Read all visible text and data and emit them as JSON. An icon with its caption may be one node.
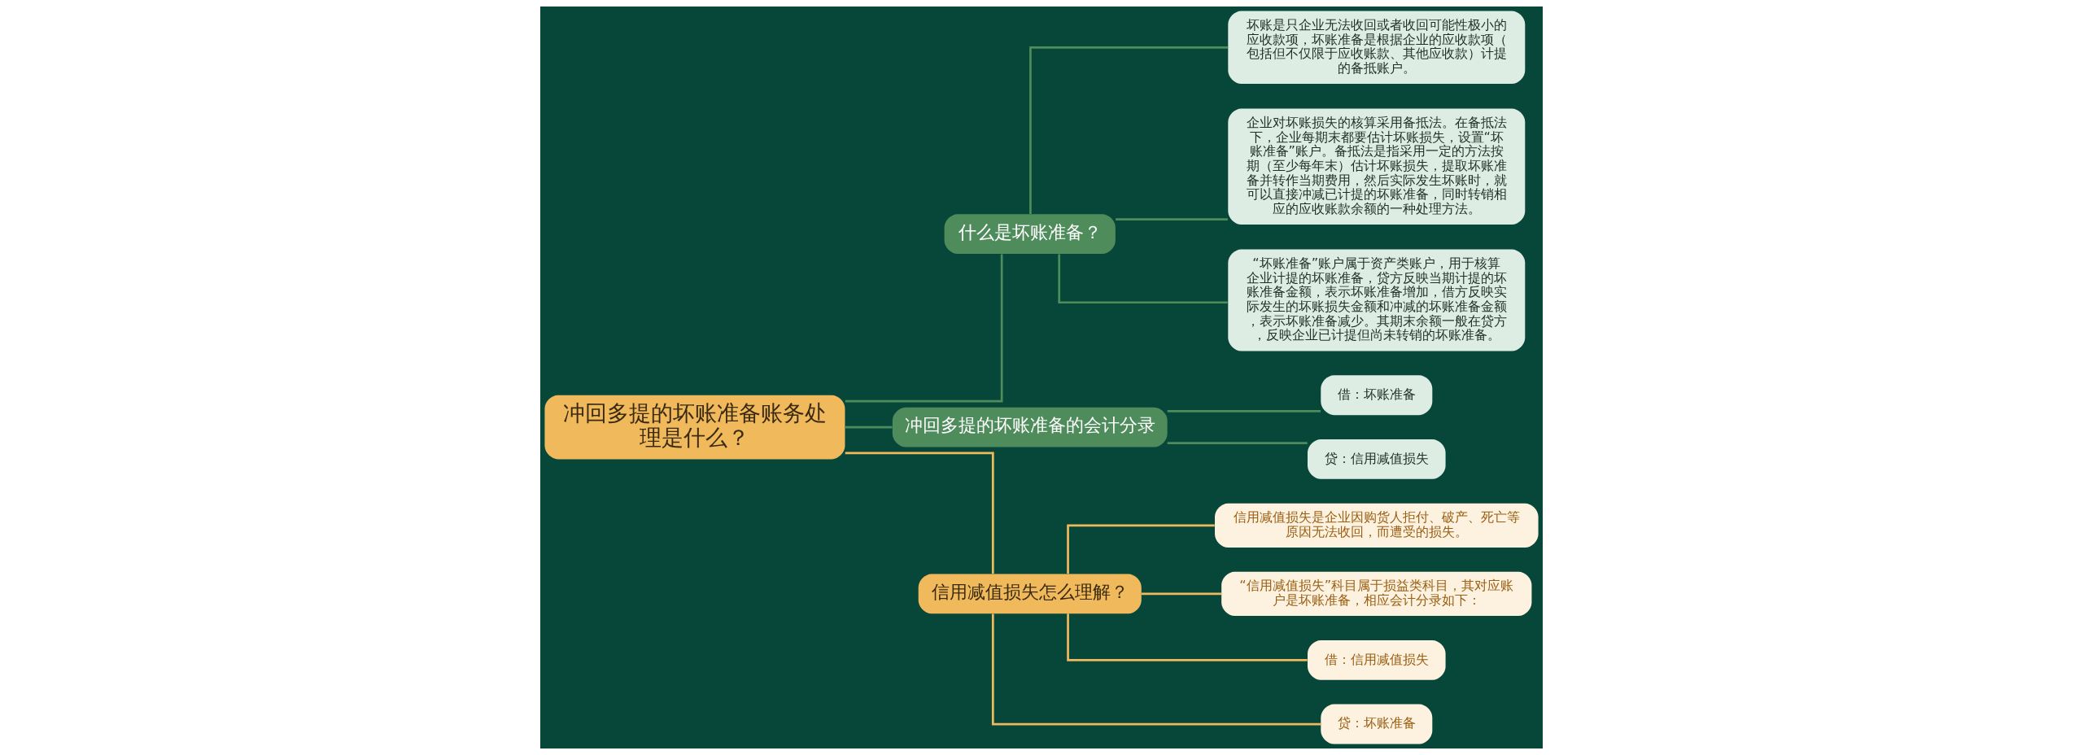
{
  "diagram": {
    "nodes": [
      {
        "text": [
          "冲回多提的坏账准备账务处理是什么？"
        ]
      },
      {
        "text": [
          "什么是坏账准备？"
        ]
      },
      {
        "text": [
          "坏账是只企业无法收回或者收回可能性极小的应收款项，坏账准备是根据企业的应收款项（包括但不仅限于应收账款、其他应收款）计提的备抵账户。"
        ]
      },
      {
        "text": [
          "企业对坏账损失的核算采用备抵法。在备抵法下，企业每期末都要估计坏账损失，设置“坏账准备”账户。备抵法是指采用一定的方法按期（至少每年末）估计坏账损失，提取坏账准备并转作当期费用，然后实际发生坏账时，就可以直接冲减已计提的坏账准备，同时转销相应的应收账款余额的一种处理方法。"
        ]
      },
      {
        "text": [
          "“坏账准备”账户属于资产类账户，用于核算企业计提的坏账准备，贷方反映当期计提的坏账准备金额，表示坏账准备增加，借方反映实际发生的坏账损失金额和冲减的坏账准备金额，表示坏账准备减少。其期末余额一般在贷方，反映企业已计提但尚未转销的坏账准备。"
        ]
      },
      {
        "text": [
          "冲回多提的坏账准备的会计分录"
        ]
      },
      {
        "text": [
          "借：坏账准备"
        ]
      },
      {
        "text": [
          "贷：信用减值损失"
        ]
      },
      {
        "text": [
          "信用减值损失怎么理解？"
        ]
      },
      {
        "text": [
          "信用减值损失是企业因购货人拒付、破产、死亡等原因无法收回，而遭受的损失。"
        ]
      },
      {
        "text": [
          "“信用减值损失”科目属于损益类科目，其对应账户是坏账准备，相应会计分录如下："
        ]
      },
      {
        "text": [
          "借：信用减值损失"
        ]
      },
      {
        "text": [
          "贷：坏账准备"
        ]
      }
    ],
    "edges": [
      {
        "from": 0,
        "to": 1,
        "arrow": "none"
      },
      {
        "from": 1,
        "to": 2,
        "arrow": "none"
      },
      {
        "from": 1,
        "to": 3,
        "arrow": "none"
      },
      {
        "from": 1,
        "to": 4,
        "arrow": "none"
      },
      {
        "from": 0,
        "to": 5,
        "arrow": "none"
      },
      {
        "from": 5,
        "to": 6,
        "arrow": "none"
      },
      {
        "from": 5,
        "to": 7,
        "arrow": "none"
      },
      {
        "from": 0,
        "to": 8,
        "arrow": "none",
        "color": "#f0b95c"
      },
      {
        "from": 8,
        "to": 9,
        "arrow": "none",
        "color": "#f0b95c"
      },
      {
        "from": 8,
        "to": 10,
        "arrow": "none",
        "color": "#f0b95c"
      },
      {
        "from": 8,
        "to": 11,
        "arrow": "none",
        "color": "#f0b95c"
      },
      {
        "from": 8,
        "to": 12,
        "arrow": "none",
        "color": "#f0b95c"
      }
    ]
  }
}
